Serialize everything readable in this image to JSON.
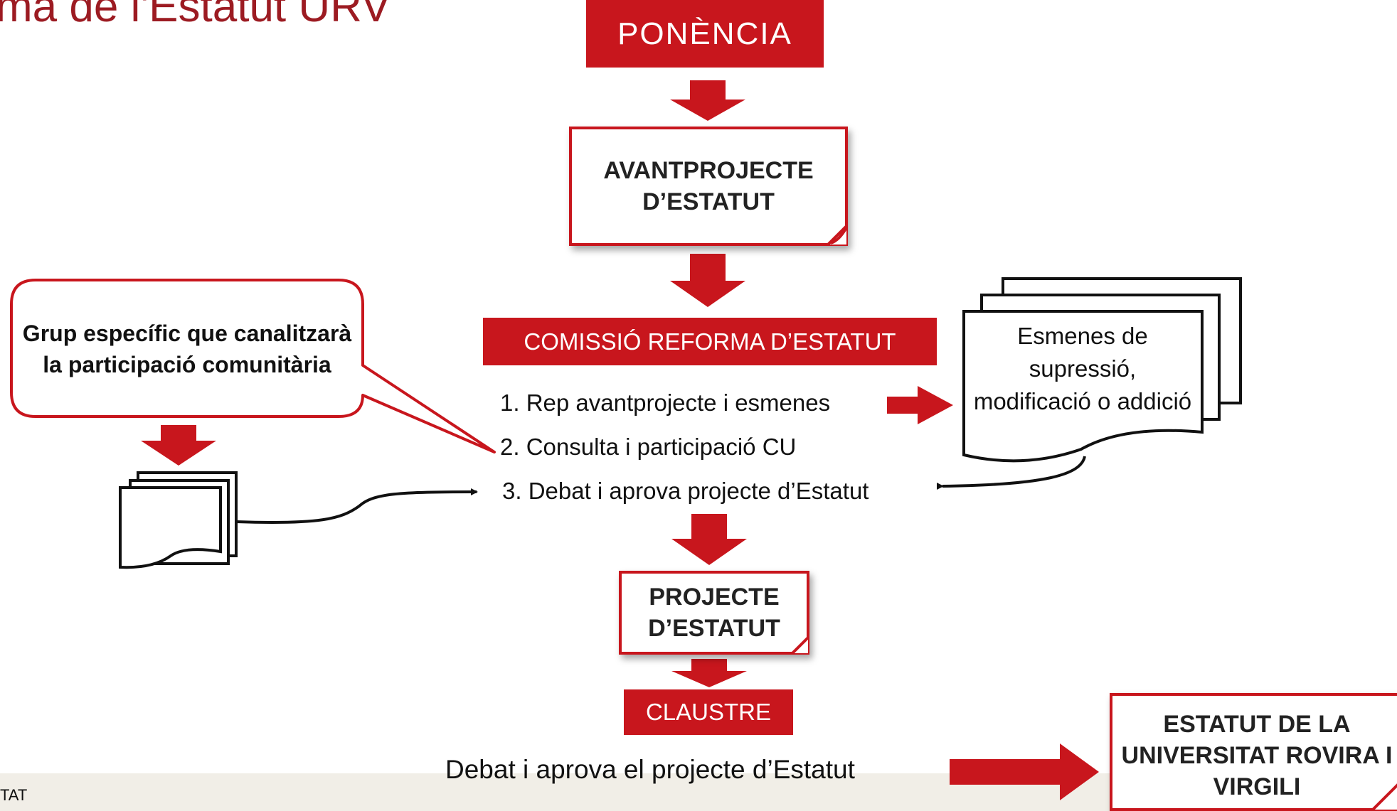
{
  "title": "ma de l'Estatut URV",
  "footer": "TAT",
  "ponencia": "PONÈNCIA",
  "avantprojecte": "AVANTPROJECTE D’ESTATUT",
  "comissio": "COMISSIÓ REFORMA D’ESTATUT",
  "steps": [
    "1. Rep avantprojecte i esmenes",
    "2. Consulta i participació CU",
    "3. Debat i aprova projecte d’Estatut"
  ],
  "esmenes": "Esmenes de supressió, modificació o addició",
  "grup": "Grup específic que canalitzarà la participació comunitària",
  "projecte": "PROJECTE D’ESTATUT",
  "claustre": "CLAUSTRE",
  "debat_claustre": "Debat i aprova el projecte d’Estatut",
  "estatut_final": "ESTATUT DE LA UNIVERSITAT ROVIRA I VIRGILI",
  "colors": {
    "accent": "#c8161d",
    "title": "#9c1b22",
    "footer": "#f1eee7"
  }
}
